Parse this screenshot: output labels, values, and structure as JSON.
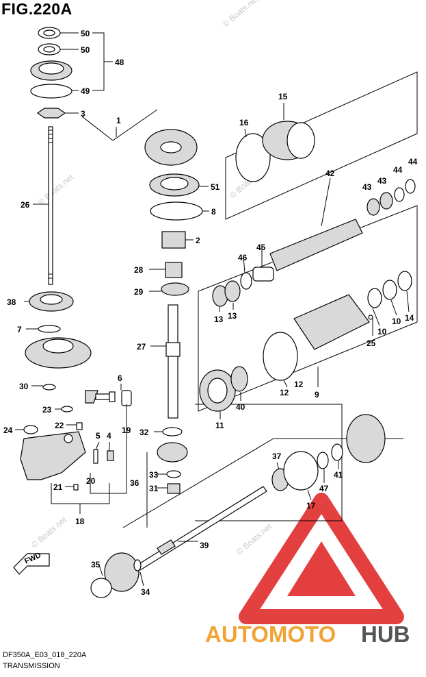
{
  "figure": {
    "title": "FIG.220A",
    "code": "DF350A_E03_018_220A",
    "name": "TRANSMISSION"
  },
  "watermarks": {
    "site": "© Boats.net",
    "logo_part1": "AUTOMOTO",
    "logo_part2": "HUB"
  },
  "callouts": [
    "50",
    "50",
    "48",
    "49",
    "3",
    "1",
    "26",
    "38",
    "7",
    "30",
    "6",
    "23",
    "22",
    "5",
    "4",
    "24",
    "21",
    "20",
    "19",
    "18",
    "15",
    "16",
    "42",
    "43",
    "43",
    "44",
    "44",
    "51",
    "8",
    "2",
    "28",
    "29",
    "27",
    "46",
    "45",
    "13",
    "13",
    "25",
    "10",
    "10",
    "14",
    "12",
    "12",
    "9",
    "11",
    "40",
    "32",
    "33",
    "31",
    "36",
    "37",
    "17",
    "47",
    "41",
    "39",
    "35",
    "34"
  ],
  "colors": {
    "line": "#000000",
    "logo_red": "#e02b2b",
    "logo_orange": "#f0a437",
    "logo_gray": "#555555",
    "watermark": "#c8c8c8"
  }
}
